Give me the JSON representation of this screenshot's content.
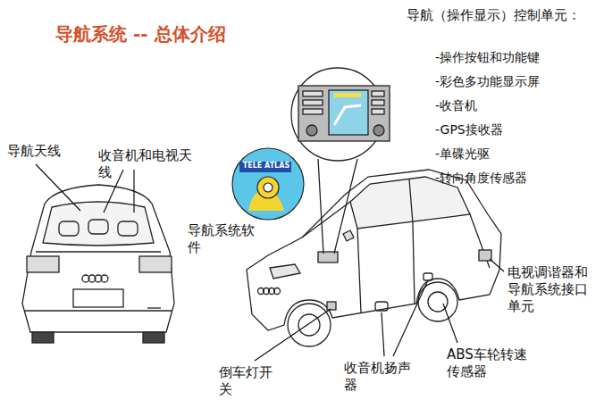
{
  "diagram": {
    "title": "导航系统 -- 总体介绍",
    "labels": [
      "导航（操作显示）控制单元：",
      "-操作按钮和功能键",
      "-彩色多功能显示屏",
      "-收音机",
      "-GPS接收器",
      "-单碟光驱",
      "-转向角度传感器",
      "导航天线",
      "收音机和电视天线",
      "导航系统软件",
      "电视调谐器和导航系统接口单元",
      "倒车灯开关",
      "收音机扬声器",
      "ABS车轮转速传感器",
      "TELE ATLAS"
    ]
  }
}
